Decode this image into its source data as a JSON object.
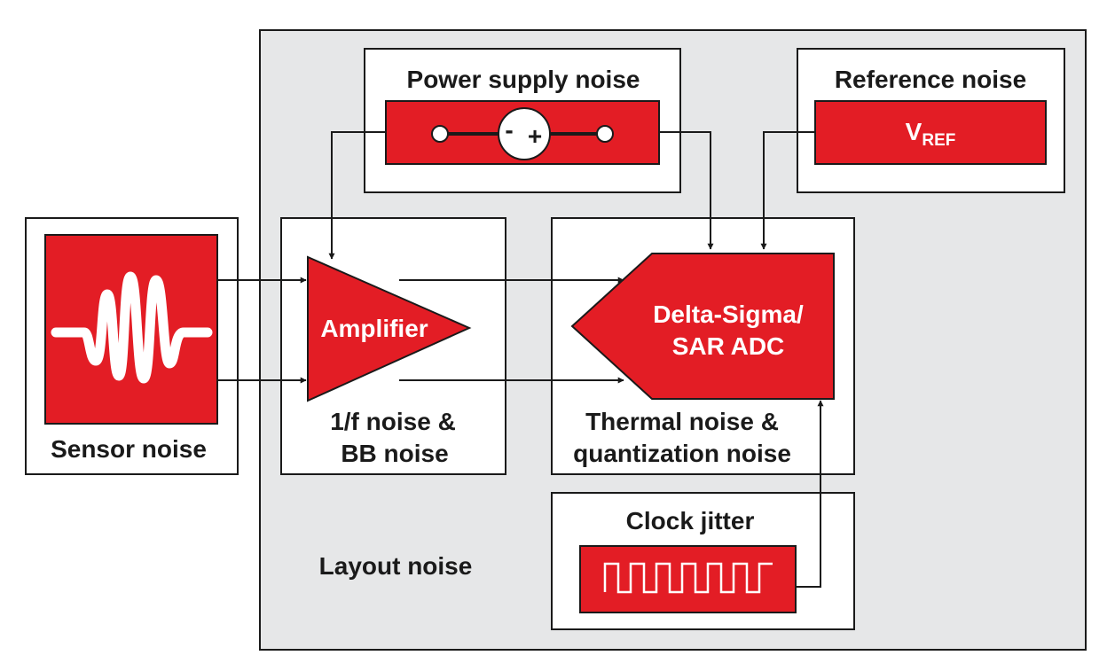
{
  "colors": {
    "accent_red": "#e31d25",
    "panel_gray": "#e6e7e8",
    "line": "#1a1a1a",
    "white": "#ffffff"
  },
  "labels": {
    "sensor_noise": "Sensor noise",
    "power_supply_noise": "Power supply noise",
    "reference_noise": "Reference noise",
    "vref_main": "V",
    "vref_sub": "REF",
    "amplifier": "Amplifier",
    "amp_noise_line1": "1/f noise &",
    "amp_noise_line2": "BB noise",
    "adc_line1": "Delta-Sigma/",
    "adc_line2": "SAR ADC",
    "adc_noise_line1": "Thermal noise &",
    "adc_noise_line2": "quantization noise",
    "clock_jitter": "Clock jitter",
    "layout_noise": "Layout noise",
    "supply_minus": "-",
    "supply_plus": "+"
  },
  "icons": {
    "sensor": "noise-waveform-icon",
    "supply": "voltage-source-icon",
    "clock": "square-wave-icon"
  }
}
